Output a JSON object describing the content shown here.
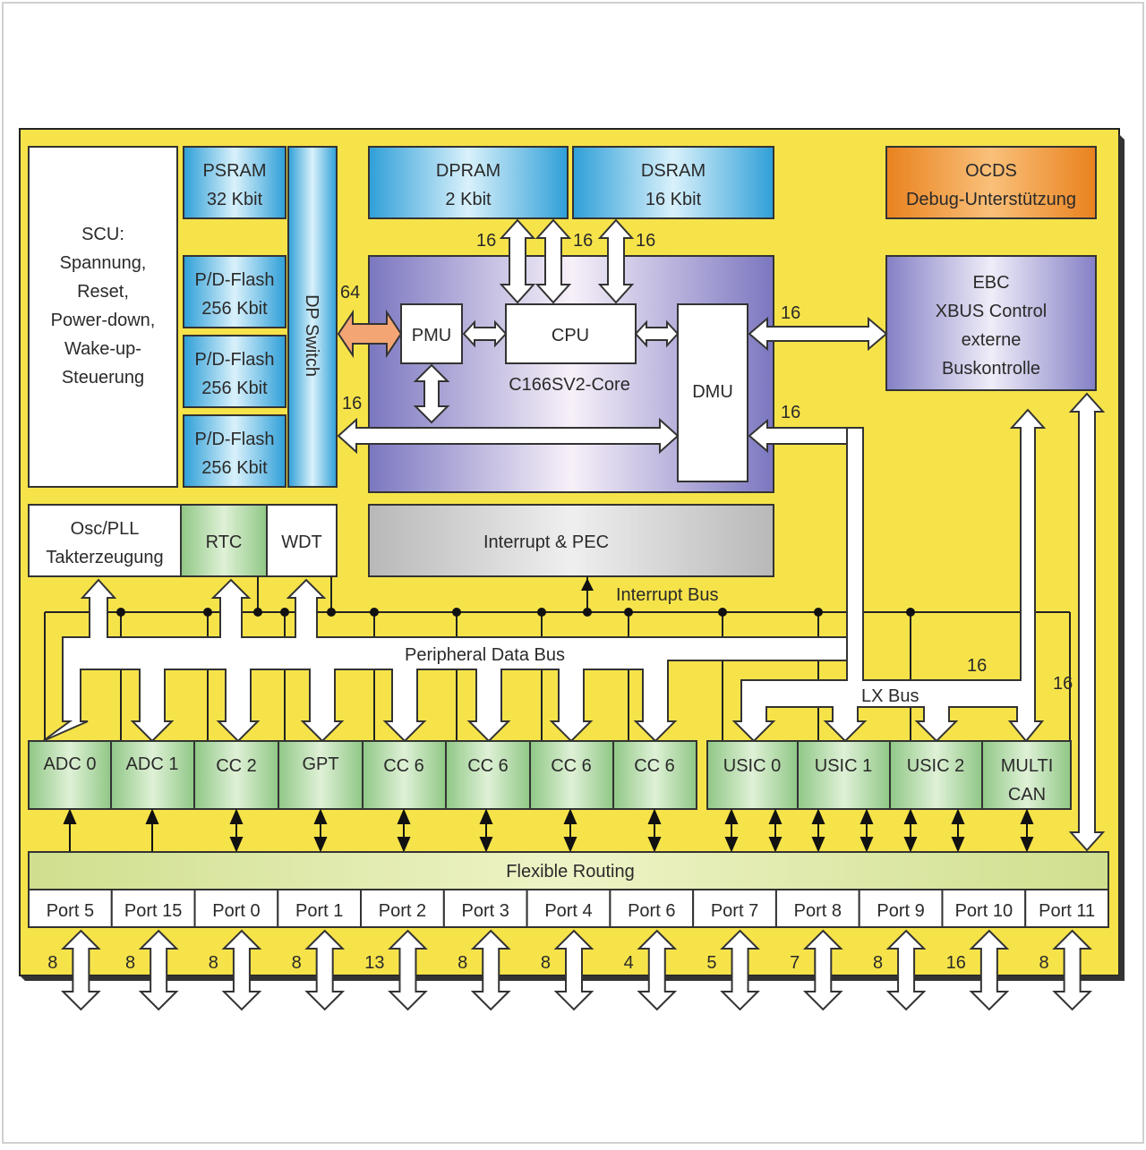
{
  "memories": {
    "psram": [
      "PSRAM",
      "32 Kbit"
    ],
    "flash1": [
      "P/D-Flash",
      "256 Kbit"
    ],
    "flash2": [
      "P/D-Flash",
      "256 Kbit"
    ],
    "flash3": [
      "P/D-Flash",
      "256 Kbit"
    ],
    "dpram": [
      "DPRAM",
      "2 Kbit"
    ],
    "dsram": [
      "DSRAM",
      "16 Kbit"
    ]
  },
  "scu": [
    "SCU:",
    "Spannung,",
    "Reset,",
    "Power-down,",
    "Wake-up-",
    "Steuerung"
  ],
  "dp_switch": "DP Switch",
  "ocds": [
    "OCDS",
    "Debug-Unterstützung"
  ],
  "core": {
    "label": "C166SV2-Core",
    "pmu": "PMU",
    "cpu": "CPU",
    "dmu": "DMU"
  },
  "ebc": [
    "EBC",
    "XBUS Control",
    "externe",
    "Buskontrolle"
  ],
  "osc": [
    "Osc/PLL",
    "Takterzeugung"
  ],
  "rtc": "RTC",
  "wdt": "WDT",
  "interrupt": "Interrupt & PEC",
  "buses": {
    "interrupt_bus": "Interrupt Bus",
    "peripheral_bus": "Peripheral Data Bus",
    "lx_bus": "LX Bus",
    "flexible_routing": "Flexible Routing"
  },
  "widths": {
    "w64": "64",
    "w16_dpram": "16",
    "w16_dsram_a": "16",
    "w16_dsram_b": "16",
    "w16_ebc": "16",
    "w16_dp": "16",
    "w16_dmu": "16",
    "w16_lx": "16",
    "w16_right": "16"
  },
  "peripherals": [
    [
      "ADC 0"
    ],
    [
      "ADC 1"
    ],
    [
      "CC 2"
    ],
    [
      "GPT"
    ],
    [
      "CC 6"
    ],
    [
      "CC 6"
    ],
    [
      "CC 6"
    ],
    [
      "CC 6"
    ],
    [
      "USIC 0"
    ],
    [
      "USIC 1"
    ],
    [
      "USIC 2"
    ],
    [
      "MULTI",
      "CAN"
    ]
  ],
  "ports": [
    {
      "name": "Port 5",
      "width": "8"
    },
    {
      "name": "Port 15",
      "width": "8"
    },
    {
      "name": "Port 0",
      "width": "8"
    },
    {
      "name": "Port 1",
      "width": "8"
    },
    {
      "name": "Port 2",
      "width": "13"
    },
    {
      "name": "Port 3",
      "width": "8"
    },
    {
      "name": "Port 4",
      "width": "8"
    },
    {
      "name": "Port 6",
      "width": "4"
    },
    {
      "name": "Port 7",
      "width": "5"
    },
    {
      "name": "Port 8",
      "width": "7"
    },
    {
      "name": "Port 9",
      "width": "8"
    },
    {
      "name": "Port 10",
      "width": "16"
    },
    {
      "name": "Port 11",
      "width": "8"
    }
  ],
  "colors": {
    "chip_bg": "#f6e34a",
    "memory_blue": "#3aa9dc",
    "ocds_orange": "#ee8c25",
    "core_purple": "#8a86c8",
    "peripheral_green": "#a4d39a",
    "routing_green": "#dbe6a0",
    "interrupt_gray": "#c6c6c6",
    "bus64_orange": "#f3a574"
  }
}
